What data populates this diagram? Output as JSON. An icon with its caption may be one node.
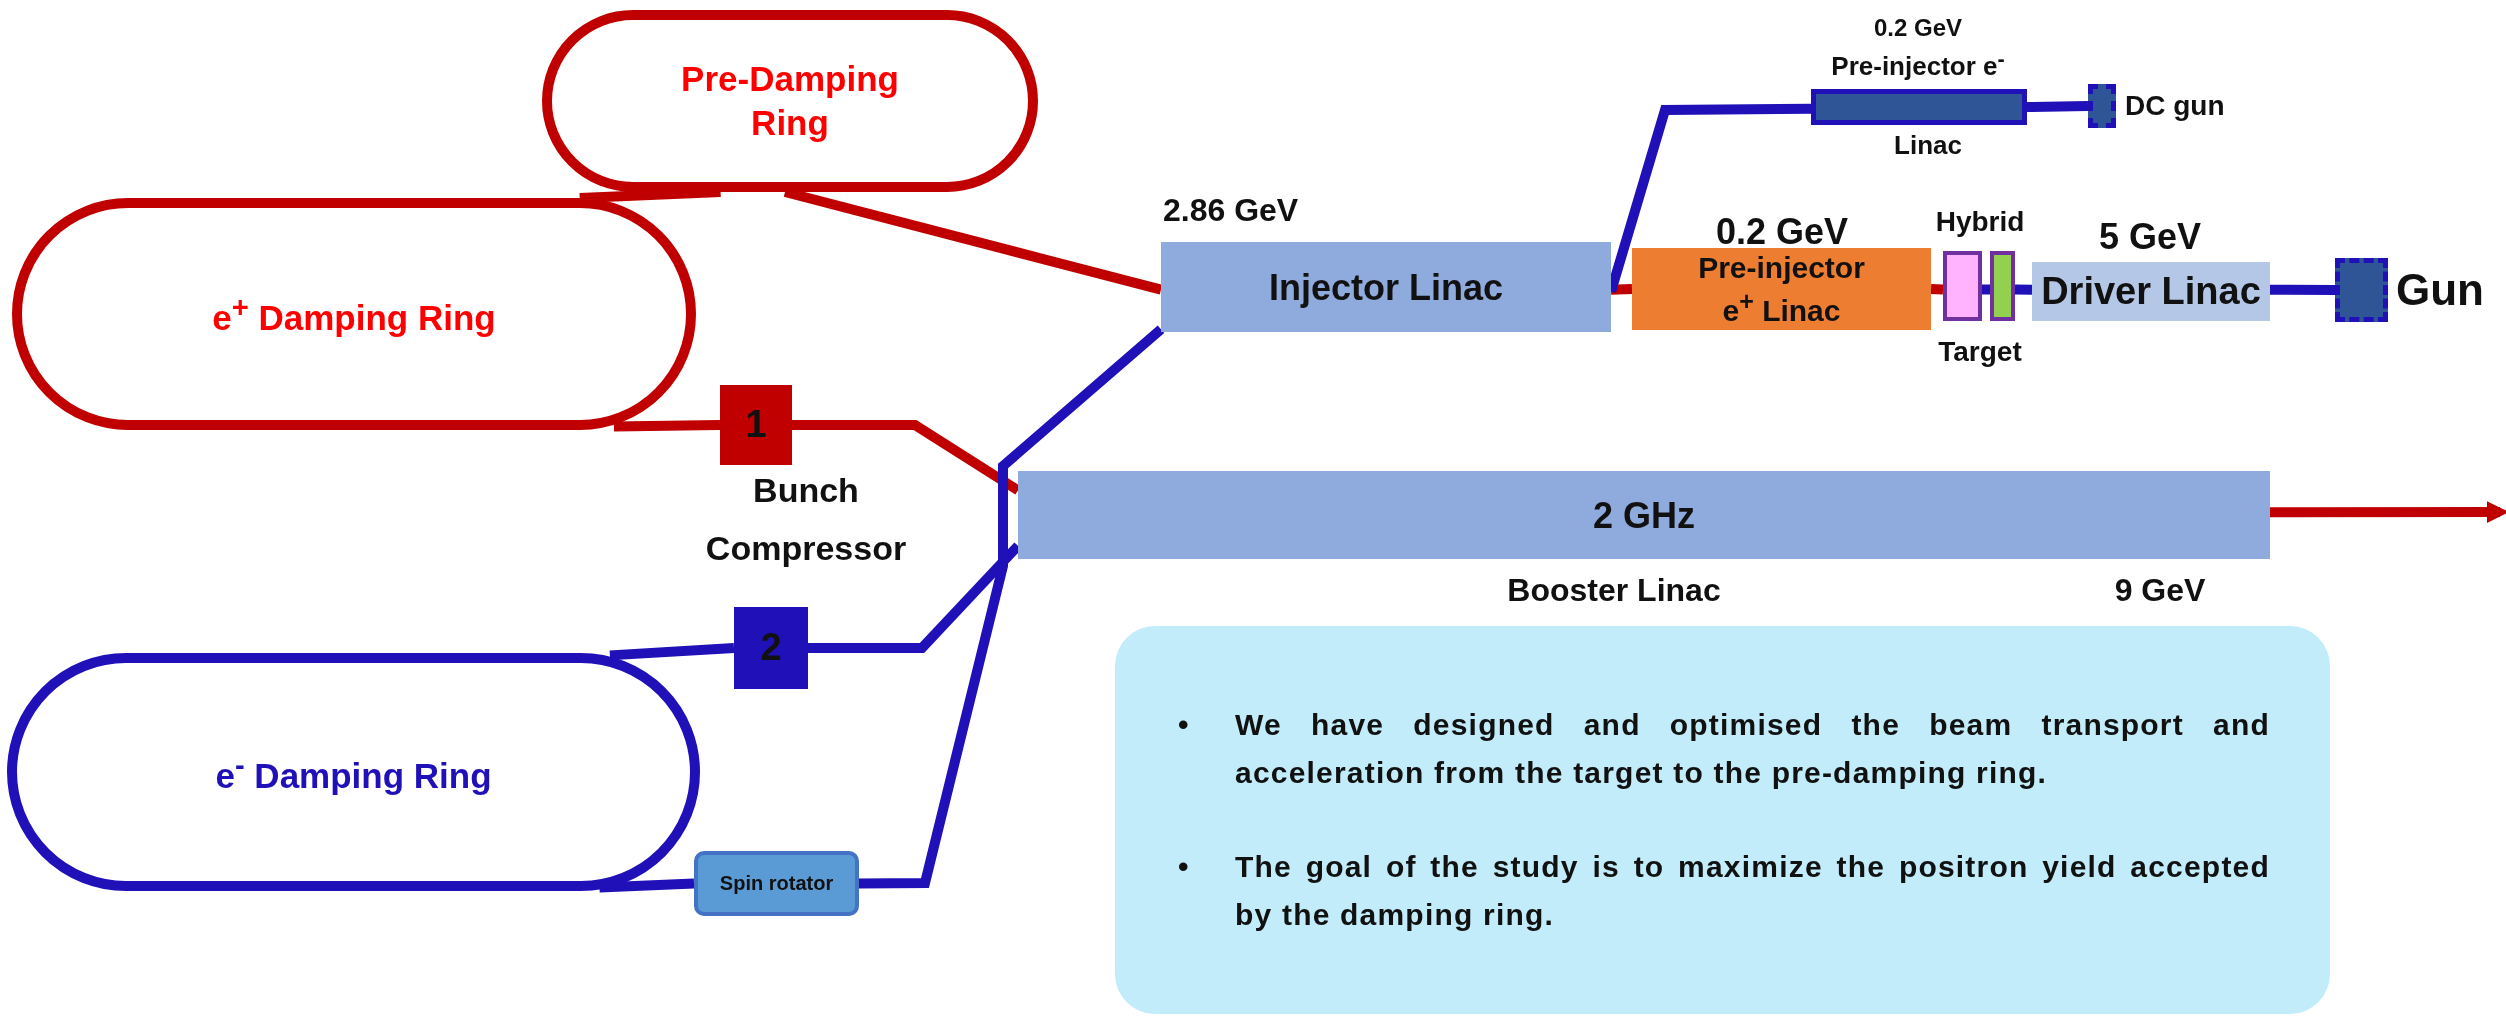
{
  "diagram": {
    "nodes": [
      {
        "text": [
          "Pre-Damping Ring"
        ]
      },
      {
        "text": [
          "e$^{+}$ Damping Ring"
        ]
      },
      {
        "text": [
          "1"
        ]
      },
      {
        "text": [
          "2"
        ]
      },
      {
        "text": [
          "e$^{-}$ Damping Ring"
        ]
      },
      {
        "text": [
          "Spin rotator"
        ]
      },
      {
        "text": [
          "Injector Linac"
        ],
        "beside": [
          "2.86 GeV"
        ]
      },
      {
        "text": [
          "2 GHz"
        ],
        "beside": [
          "Booster Linac",
          "9 GeV"
        ]
      },
      {
        "text": [],
        "shape": "bar",
        "beside": [
          "0.2 GeV",
          "Pre-injector e$^{-}$",
          "Linac"
        ]
      },
      {
        "text": [],
        "shape": "box",
        "beside": [
          "DC gun"
        ]
      },
      {
        "text": [
          "Pre-injector e$^{+}$ Linac"
        ],
        "beside": [
          "0.2 GeV"
        ]
      },
      {
        "text": [],
        "shape": "box"
      },
      {
        "text": [],
        "shape": "box"
      },
      {
        "text": [
          "Driver Linac"
        ],
        "beside": [
          "5 GeV"
        ]
      },
      {
        "text": [],
        "shape": "box",
        "beside": [
          "Gun"
        ]
      },
      {
        "text": [
          "We have designed and optimised the beam transport and acceleration from the target to the pre-damping ring.",
          "The goal of the study is to maximize the positron yield accepted by the damping ring."
        ]
      }
    ],
    "edges": [
      {
        "from": 14,
        "to": 13,
        "arrow": "none"
      },
      {
        "from": 13,
        "to": 12,
        "arrow": "none"
      },
      {
        "from": 12,
        "to": 11,
        "arrow": "none"
      },
      {
        "from": 11,
        "to": 10,
        "arrow": "none",
        "color": "#c00000"
      },
      {
        "from": 10,
        "to": 6,
        "arrow": "none",
        "color": "#c00000"
      },
      {
        "from": 6,
        "to": 0,
        "arrow": "none",
        "color": "#c00000"
      },
      {
        "from": 0,
        "to": 1,
        "arrow": "none",
        "color": "#c00000"
      },
      {
        "from": 1,
        "to": 2,
        "arrow": "none",
        "color": "#c00000"
      },
      {
        "from": 2,
        "to": 7,
        "arrow": "none",
        "color": "#c00000"
      },
      {
        "from": 7,
        "to": null,
        "arrow": "to",
        "color": "#c00000"
      },
      {
        "from": 9,
        "to": 8,
        "arrow": "none"
      },
      {
        "from": 8,
        "to": 6,
        "arrow": "none"
      },
      {
        "from": 6,
        "to": 5,
        "arrow": "none"
      },
      {
        "from": 5,
        "to": 4,
        "arrow": "none"
      },
      {
        "from": 4,
        "to": 3,
        "arrow": "none"
      },
      {
        "from": 3,
        "to": 7,
        "arrow": "none"
      }
    ],
    "labels": [
      "Bunch Compressor",
      "Hybrid",
      "Target",
      "•",
      "•"
    ]
  }
}
